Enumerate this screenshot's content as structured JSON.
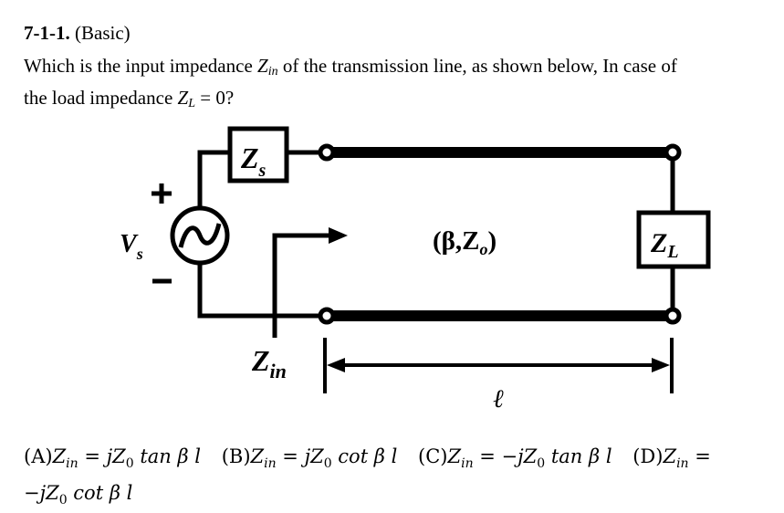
{
  "question": {
    "number": "7-1-1.",
    "level": "(Basic)",
    "line1_prefix": "Which is the input impedance ",
    "line1_symbol": "Z",
    "line1_symbol_sub": "in",
    "line1_suffix": " of the transmission line, as shown below, In case of",
    "line2_prefix": "the load impedance ",
    "line2_symbol": "Z",
    "line2_symbol_sub": "L",
    "line2_suffix": " = 0?"
  },
  "diagram": {
    "source_label": "V",
    "source_label_sub": "s",
    "plus_sign": "+",
    "minus_sign": "−",
    "source_impedance_label": "Z",
    "source_impedance_sub": "s",
    "line_params": "(β,Z",
    "line_params_sub": "o",
    "line_params_close": ")",
    "load_label": "Z",
    "load_sub": "L",
    "input_impedance_label": "Z",
    "input_impedance_sub": "in",
    "length_label": "ℓ",
    "line_color": "#000000"
  },
  "answers": [
    {
      "letter": "(A)",
      "lhs": "Z",
      "lhs_sub": "in",
      "eq": " = ",
      "pre": "jZ",
      "sub0": "0",
      "func": " tan β l"
    },
    {
      "letter": "(B)",
      "lhs": "Z",
      "lhs_sub": "in",
      "eq": " = ",
      "pre": "jZ",
      "sub0": "0",
      "func": " cot β l"
    },
    {
      "letter": "(C)",
      "lhs": "Z",
      "lhs_sub": "in",
      "eq": " = ",
      "pre": "−jZ",
      "sub0": "0",
      "func": " tan β l"
    },
    {
      "letter": "(D)",
      "lhs": "Z",
      "lhs_sub": "in",
      "eq": " = ",
      "pre": "−jZ",
      "sub0": "0",
      "func": " cot β l"
    }
  ]
}
